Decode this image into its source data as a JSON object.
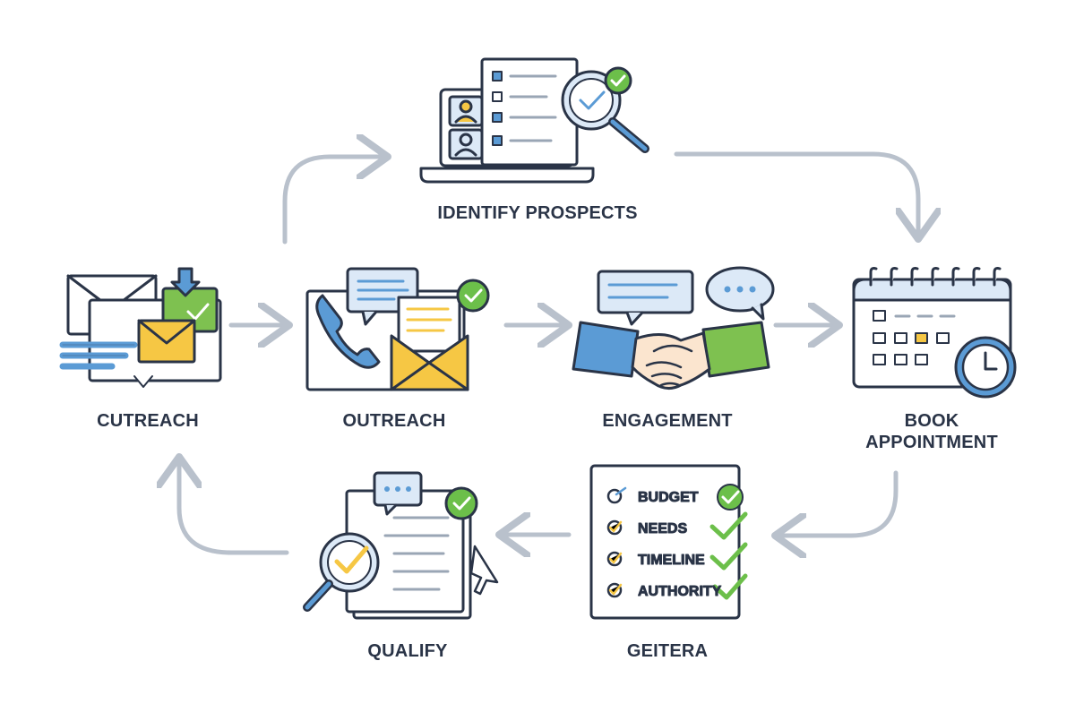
{
  "stages": {
    "identify_prospects": "IDENTIFY PROSPECTS",
    "cutreach": "CUTREACH",
    "outreach": "OUTREACH",
    "engagement": "ENGAGEMENT",
    "book_line1": "BOOK",
    "book_line2": "APPOINTMENT",
    "qualify": "QUALIFY",
    "criteria": "GEITERA"
  },
  "criteria_items": [
    "BUDGET",
    "NEEDS",
    "TIMELINE",
    "AUTHORITY"
  ],
  "icons": {
    "identify": [
      "laptop-icon",
      "profile-card-icon",
      "checklist-icon",
      "magnifier-icon",
      "check-badge-icon"
    ],
    "cutreach": [
      "envelope-icon",
      "download-arrow-icon"
    ],
    "outreach": [
      "phone-icon",
      "envelope-icon",
      "chat-bubble-icon",
      "check-badge-icon"
    ],
    "engagement": [
      "handshake-icon",
      "chat-bubble-icon"
    ],
    "book": [
      "calendar-icon",
      "clock-icon"
    ],
    "criteria": [
      "checklist-icon",
      "checkmark-icon"
    ],
    "qualify": [
      "document-icon",
      "magnifier-icon",
      "chat-bubble-icon",
      "cursor-icon",
      "check-badge-icon"
    ]
  },
  "colors": {
    "outline": "#2a3447",
    "blue": "#5b9bd5",
    "light_blue": "#dce9f7",
    "yellow": "#f6c744",
    "green": "#7ec150",
    "check_green": "#6cbf4a",
    "arrow_gray": "#b9c1cc"
  }
}
